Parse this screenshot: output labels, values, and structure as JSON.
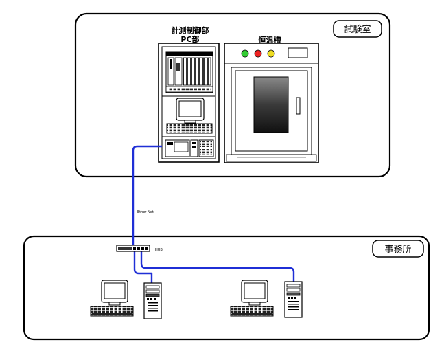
{
  "labels": {
    "lab_room": "試験室",
    "office": "事務所",
    "measurement_control": "計測制御部",
    "pc_unit": "PC部",
    "chamber": "恒温槽",
    "ethernet": "Ether Net",
    "hub": "HUB"
  },
  "colors": {
    "network_cable": "#1f2fd6",
    "lamp_green": "#33cc33",
    "lamp_red": "#ee2222",
    "lamp_yellow": "#eedd22",
    "chamber_window": "#2a2a2a"
  },
  "icons": {
    "rack": "equipment-rack-icon",
    "monitor": "crt-monitor-icon",
    "keyboard": "keyboard-icon",
    "tower": "tower-pc-icon",
    "hub": "network-hub-icon",
    "chamber": "thermostatic-chamber-icon"
  }
}
